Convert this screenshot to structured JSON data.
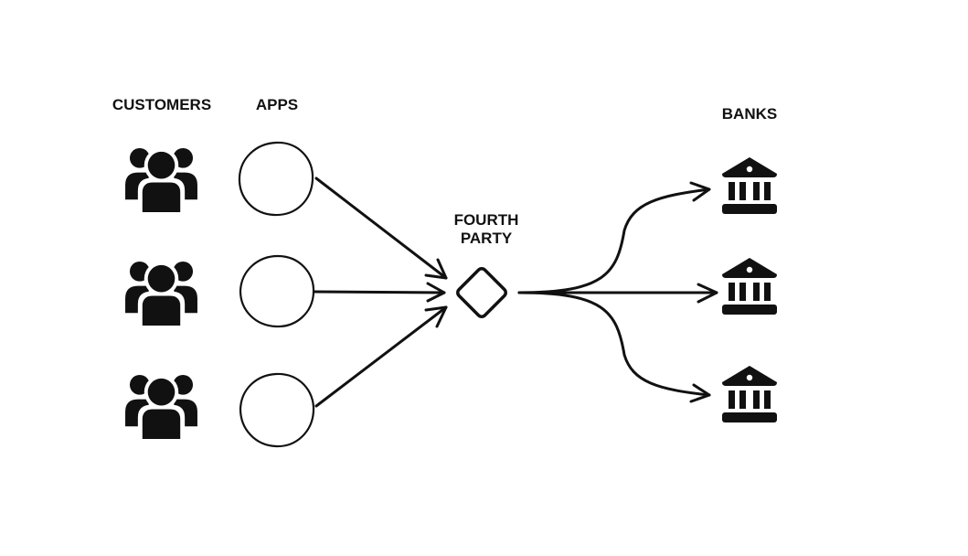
{
  "labels": {
    "customers": "CUSTOMERS",
    "apps": "APPS",
    "fourth_party_line1": "FOURTH",
    "fourth_party_line2": "PARTY",
    "banks": "BANKS"
  },
  "colors": {
    "ink": "#111111",
    "background": "#ffffff"
  },
  "icons": {
    "customer": "users-group-icon",
    "app": "circle-node",
    "fourth_party": "diamond-node",
    "bank": "bank-building-icon"
  }
}
